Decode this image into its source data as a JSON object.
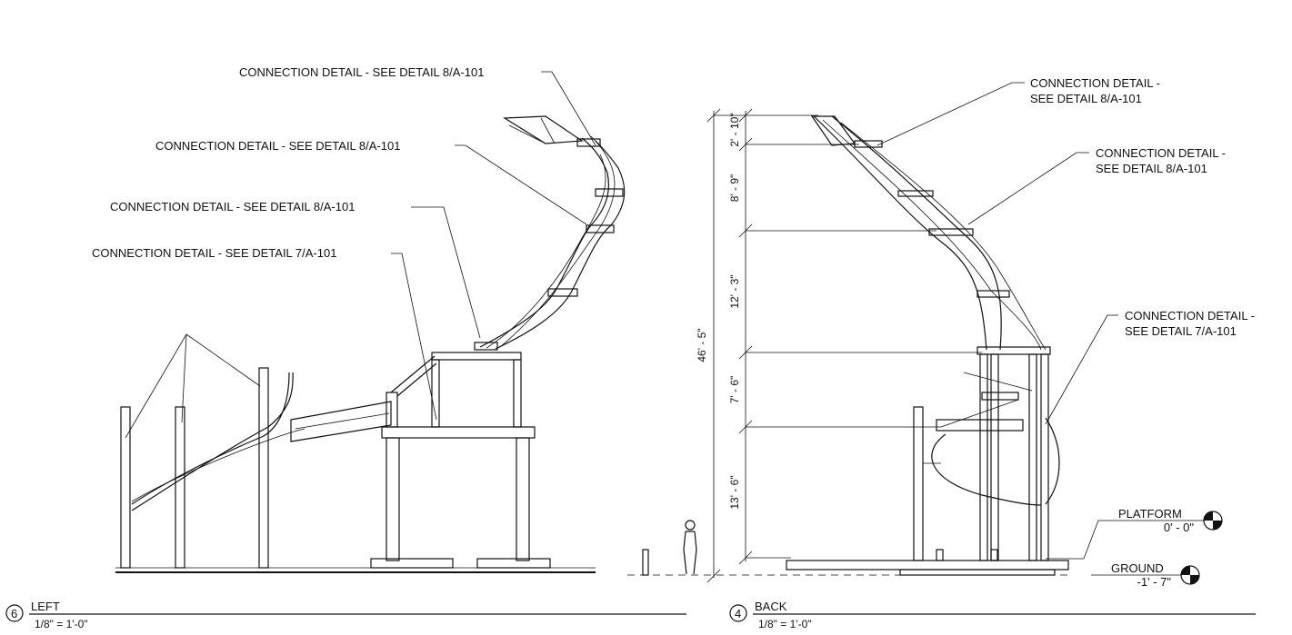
{
  "left_view": {
    "number": "6",
    "title": "LEFT",
    "scale": "1/8\" = 1'-0\"",
    "callouts": [
      "CONNECTION DETAIL -  SEE DETAIL 8/A-101",
      "CONNECTION DETAIL -  SEE DETAIL 8/A-101",
      "CONNECTION DETAIL -  SEE DETAIL 8/A-101",
      "CONNECTION DETAIL - SEE DETAIL 7/A-101"
    ]
  },
  "back_view": {
    "number": "4",
    "title": "BACK",
    "scale": "1/8\" = 1'-0\"",
    "callouts": [
      {
        "line1": "CONNECTION DETAIL -",
        "line2": "SEE DETAIL 8/A-101"
      },
      {
        "line1": "CONNECTION DETAIL -",
        "line2": "SEE DETAIL 8/A-101"
      },
      {
        "line1": "CONNECTION DETAIL -",
        "line2": "SEE DETAIL 7/A-101"
      }
    ],
    "overall_dimension": "46' - 5\"",
    "dimensions": [
      "2' - 10\"",
      "8' - 9\"",
      "12' - 3\"",
      "7' - 6\"",
      "13' - 6\""
    ],
    "levels": [
      {
        "name": "PLATFORM",
        "elevation": "0' - 0\""
      },
      {
        "name": "GROUND",
        "elevation": "-1' - 7\""
      }
    ]
  }
}
